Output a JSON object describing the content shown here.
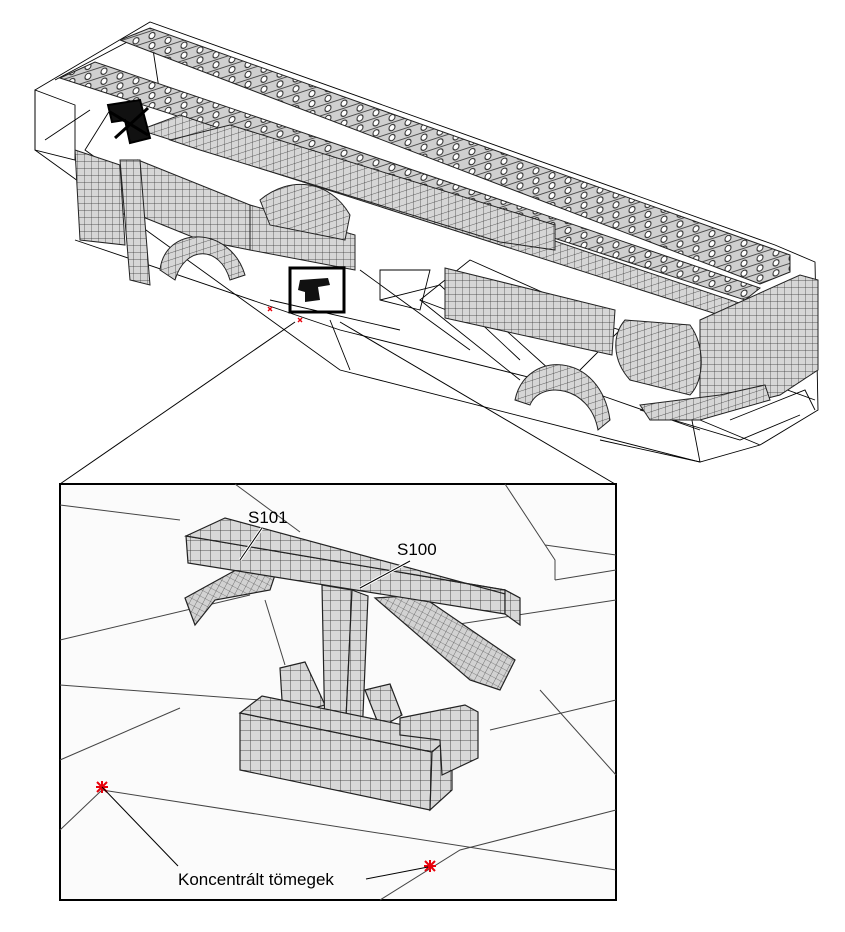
{
  "labels": {
    "s101": "S101",
    "s100": "S100",
    "concentrated_masses": "Koncentrált tömegek"
  },
  "colors": {
    "mesh_fill": "#d6d6d6",
    "mesh_line": "#2b2b2b",
    "wire": "#000000",
    "marker": "#e8000b",
    "frame": "#000000"
  }
}
